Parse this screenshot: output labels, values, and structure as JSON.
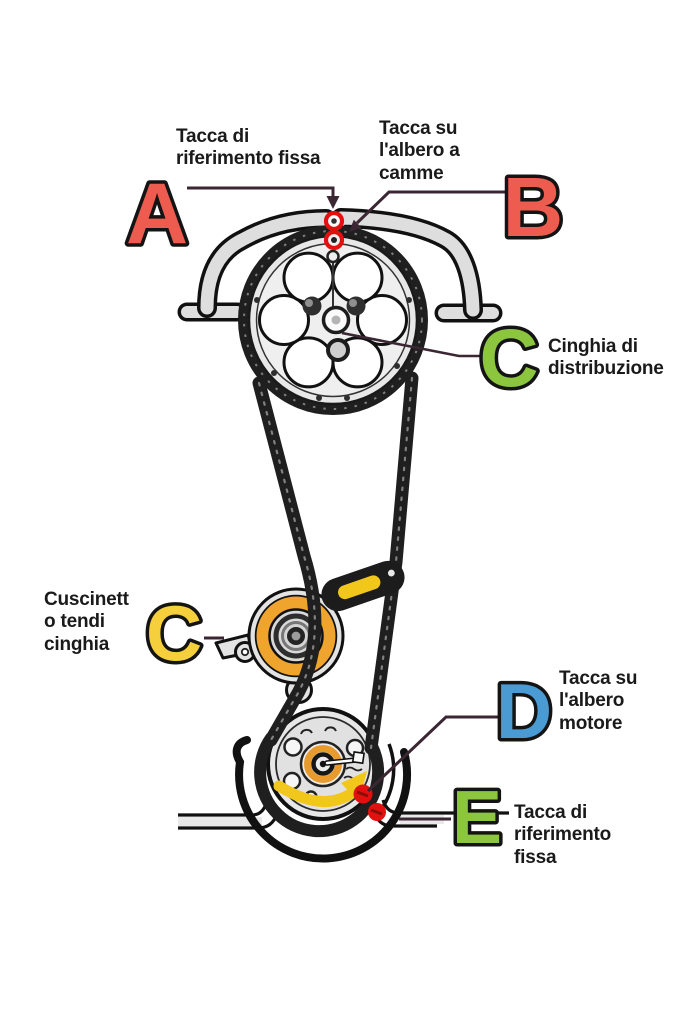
{
  "figure": {
    "type": "timing-belt-diagram",
    "callouts": {
      "a": {
        "letter": "A",
        "color": "#ee5b4f",
        "label": "Tacca di\nriferimento fissa"
      },
      "b": {
        "letter": "B",
        "color": "#ee5b4f",
        "label": "Tacca su\nl'albero a\ncamme"
      },
      "c_belt": {
        "letter": "C",
        "color": "#8cc63e",
        "label": "Cinghia di\ndistribuzione"
      },
      "c_tensioner": {
        "letter": "C",
        "color": "#f5d03c",
        "label": "Cuscinett\no tendi\ncinghia"
      },
      "d": {
        "letter": "D",
        "color": "#4a9ad4",
        "label": "Tacca su\nl'albero\nmotore"
      },
      "e": {
        "letter": "E",
        "color": "#8cc63e",
        "label": "Tacca di\nriferimento\nfissa"
      }
    },
    "parts": [
      "camshaft-pulley",
      "timing-belt",
      "tensioner-pulley",
      "crankshaft-pulley",
      "engine-mount-bracket",
      "engine-housing",
      "belt-guide",
      "timing-mark-red-dots",
      "rotation-arrow"
    ],
    "colors": {
      "marker_red": "#e31010",
      "bearing_orange": "#efa42e",
      "arrow_yellow": "#f2c71c",
      "belt_black": "#1f1f1f",
      "metal_gray": "#e4e4e4",
      "leader_line": "#3b2733",
      "text_black": "#1a1a1a",
      "letter_red": "#ee5b4f",
      "letter_green": "#8cc63e",
      "letter_yellow": "#f5d03c",
      "letter_blue": "#4a9ad4"
    }
  }
}
